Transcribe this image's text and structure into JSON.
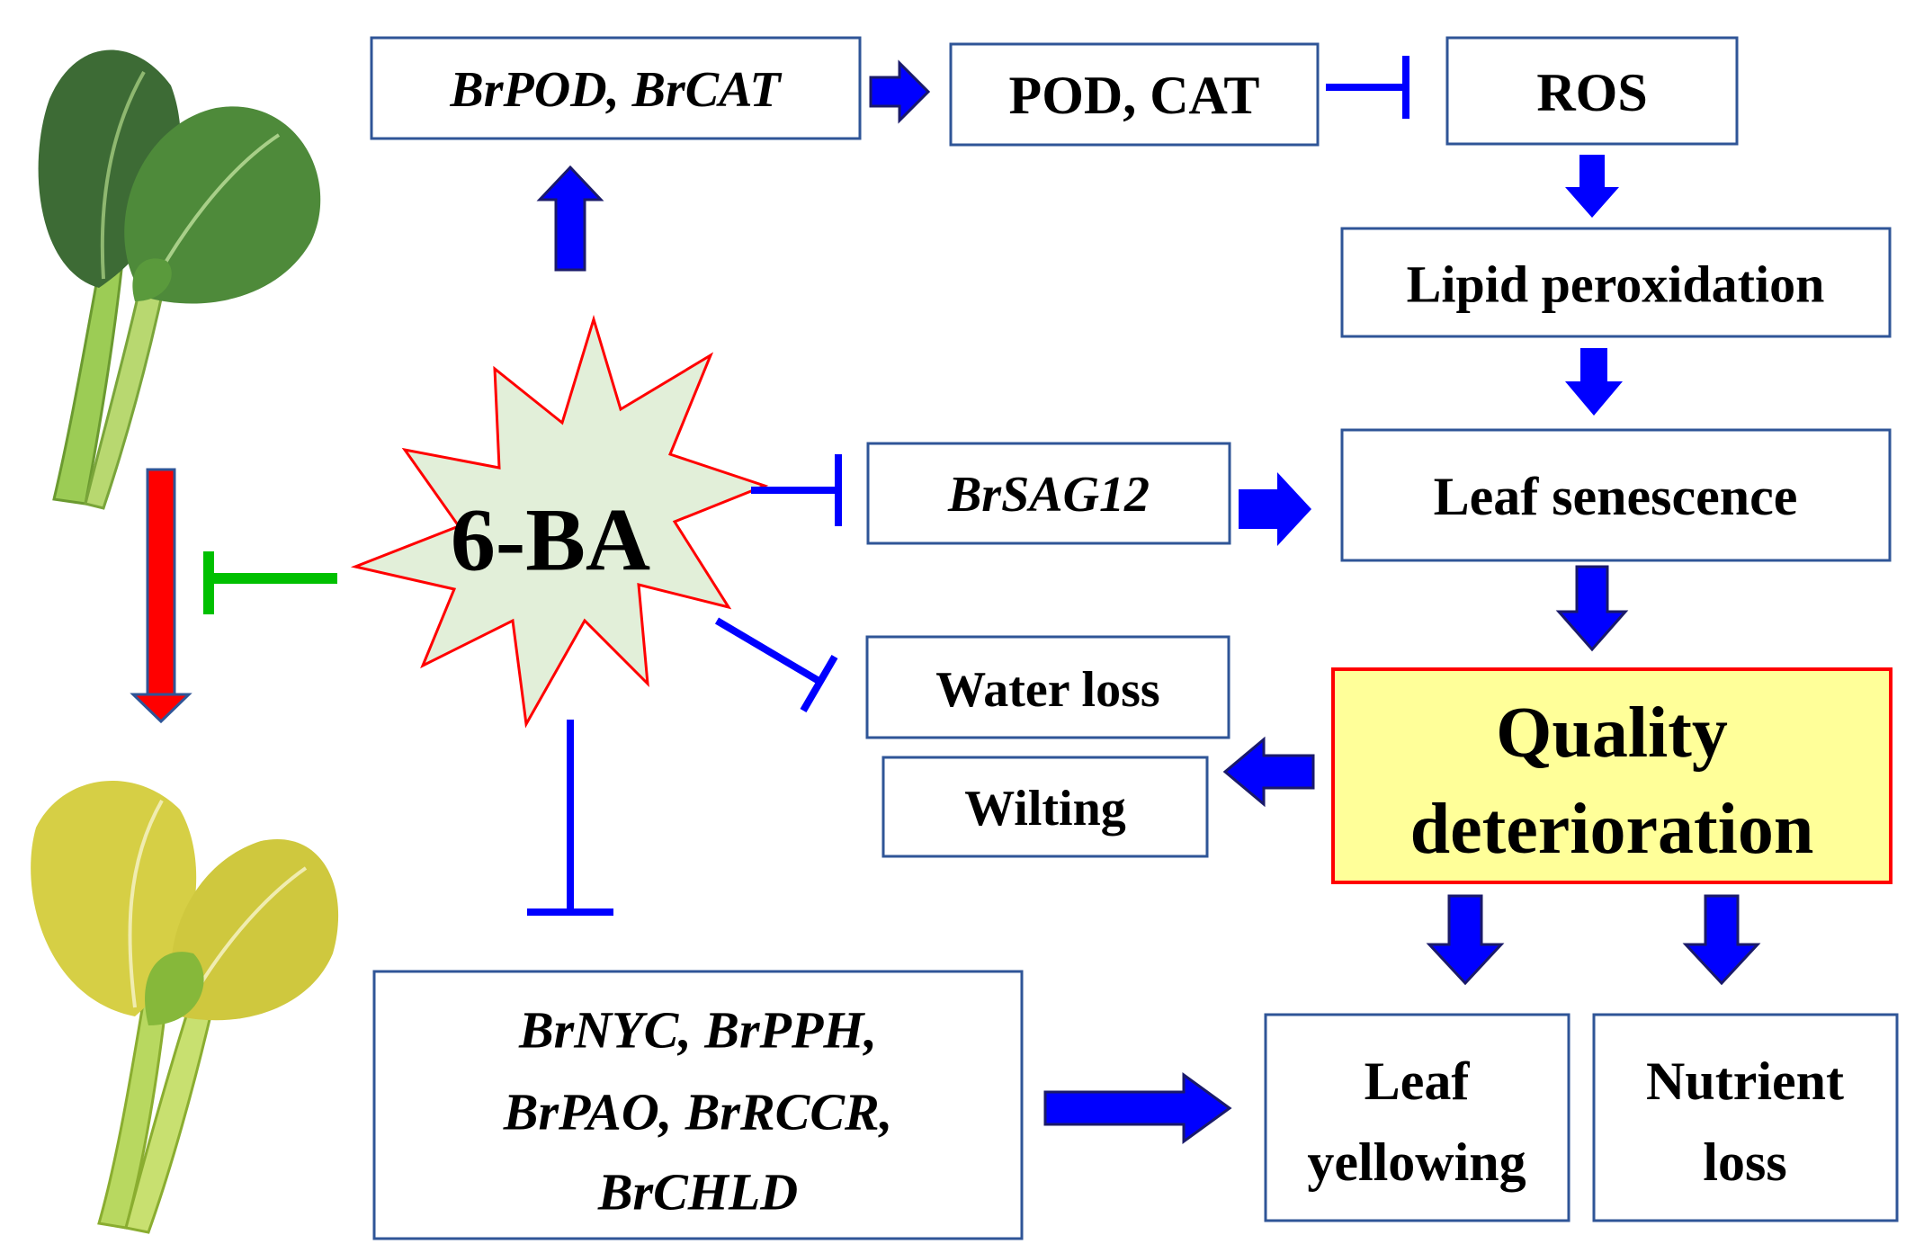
{
  "diagram": {
    "center": {
      "label": "6-BA"
    },
    "boxes": {
      "genes_antioxidant": "BrPOD, BrCAT",
      "enzymes": "POD, CAT",
      "ros": "ROS",
      "lipid": "Lipid peroxidation",
      "sag12": "BrSAG12",
      "senescence": "Leaf senescence",
      "water_loss": "Water loss",
      "wilting": "Wilting",
      "quality": [
        "Quality",
        "deterioration"
      ],
      "chl_genes": [
        "BrNYC,  BrPPH,",
        "BrPAO,  BrRCCR,",
        "BrCHLD"
      ],
      "yellowing": [
        "Leaf",
        "yellowing"
      ],
      "nutrient": [
        "Nutrient",
        "loss"
      ]
    },
    "images": {
      "fresh_leaf": "fresh green pak choi leaves",
      "yellow_leaf": "senescent yellow pak choi leaves"
    },
    "colors": {
      "arrow": "#0000ff",
      "box_border": "#2f5597",
      "highlight_fill": "#ffff99",
      "highlight_border": "#ff0000",
      "star_fill": "#e2efd9",
      "star_border": "#ff0000",
      "inhibit_green": "#00c000",
      "transition_arrow": "#ff0000"
    }
  }
}
